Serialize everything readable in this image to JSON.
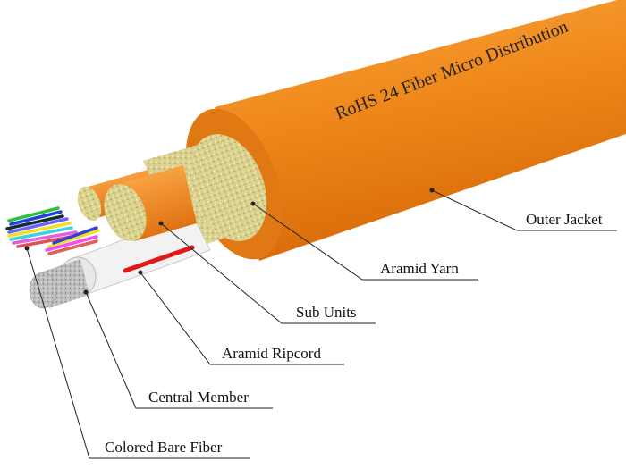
{
  "cable_title": "RoHS 24 Fiber Micro Distribution",
  "labels": {
    "outer_jacket": "Outer Jacket",
    "aramid_yarn": "Aramid Yarn",
    "sub_units": "Sub Units",
    "aramid_ripcord": "Aramid Ripcord",
    "central_member": "Central Member",
    "colored_bare_fiber": "Colored Bare Fiber"
  },
  "colors": {
    "jacket": "#f08a1c",
    "yarn": "#d8cf8a",
    "ripcord": "#e01818",
    "central_member": "#b8b8b8"
  }
}
